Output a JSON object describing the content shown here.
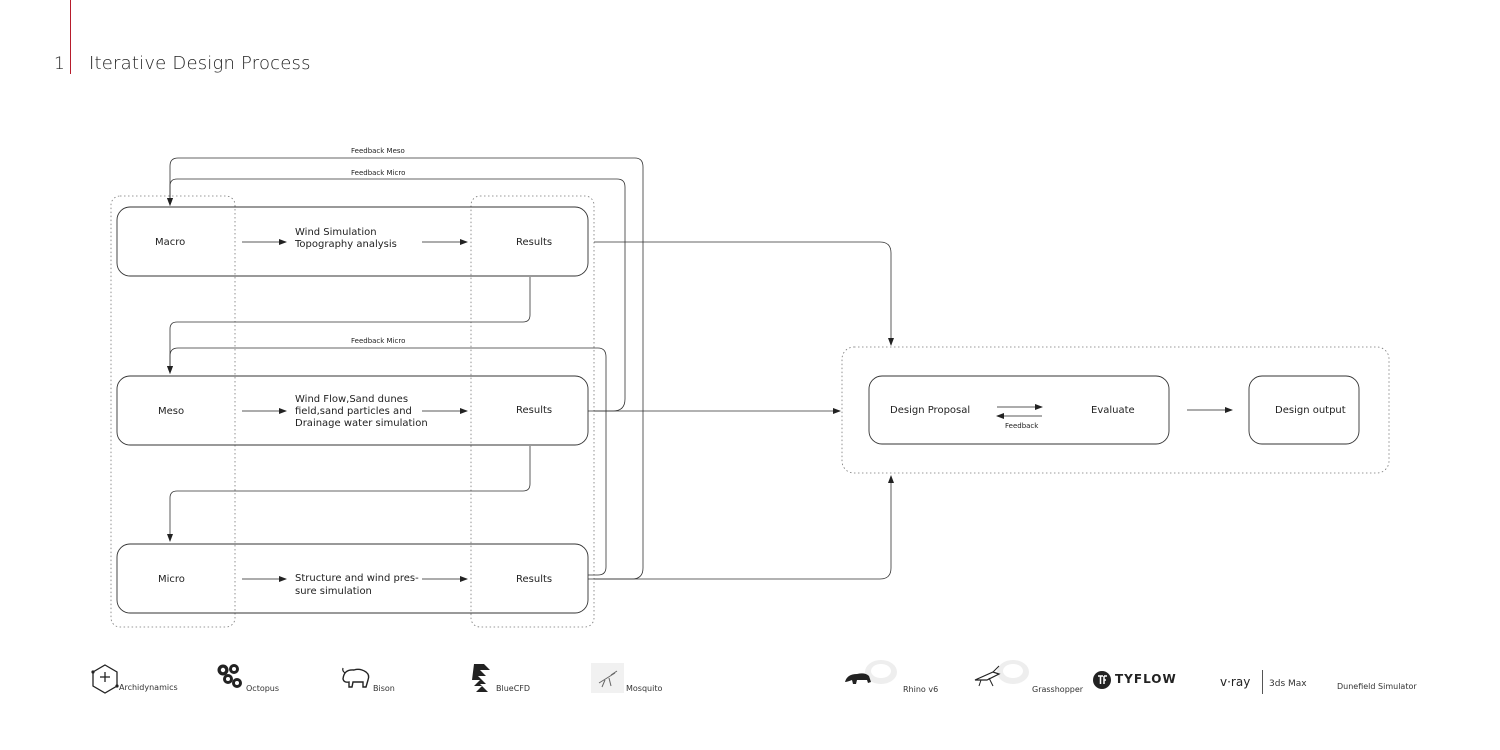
{
  "header": {
    "number": "1",
    "title": "Iterative Design Process"
  },
  "rows": [
    {
      "stage": "Macro",
      "task_lines": [
        "Wind Simulation",
        "Topography analysis"
      ],
      "results": "Results"
    },
    {
      "stage": "Meso",
      "task_lines": [
        "Wind Flow,Sand dunes",
        "field,sand particles and",
        "Drainage water simulation"
      ],
      "results": "Results"
    },
    {
      "stage": "Micro",
      "task_lines": [
        "Structure and wind pres-",
        "sure simulation"
      ],
      "results": "Results"
    }
  ],
  "feedback": {
    "meso": "Feedback Meso",
    "micro_top": "Feedback Micro",
    "micro_mid": "Feedback Micro",
    "loop": "Feedback"
  },
  "design": {
    "proposal": "Design Proposal",
    "evaluate": "Evaluate",
    "output": "Design output"
  },
  "tools": {
    "archidynamics": "Archidynamics",
    "octopus": "Octopus",
    "bison": "Bison",
    "bluecfd": "BlueCFD",
    "mosquito": "Mosquito",
    "rhino": "Rhino v6",
    "grasshopper": "Grasshopper",
    "tyflow": "TYFLOW",
    "vray": "v·ray",
    "max": "3ds Max",
    "dunefield": "Dunefield Simulator"
  },
  "colors": {
    "accent": "#b71c2c",
    "line": "#333333",
    "dotted": "#777777"
  }
}
